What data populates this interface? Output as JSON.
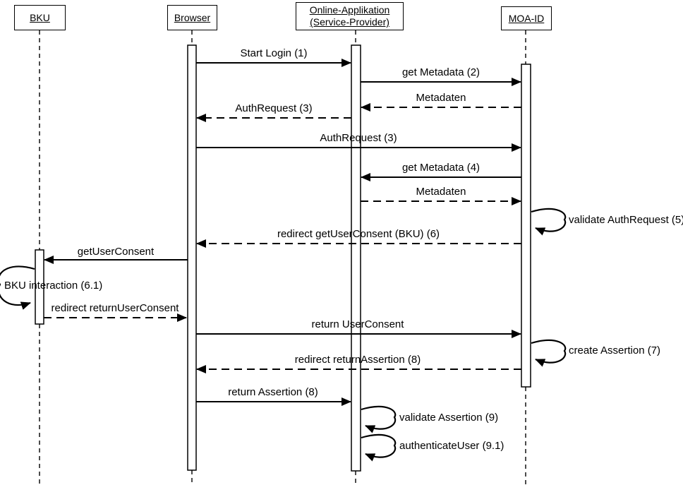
{
  "diagram": {
    "kind": "uml-sequence-diagram",
    "colors": {
      "line": "#000000",
      "background": "#ffffff",
      "text": "#000000"
    },
    "actors": [
      {
        "id": "bku",
        "label": "BKU"
      },
      {
        "id": "browser",
        "label": "Browser"
      },
      {
        "id": "online-applikation",
        "label": "Online-Applikation (Service-Provider)"
      },
      {
        "id": "moa-id",
        "label": "MOA-ID"
      }
    ],
    "messages": [
      {
        "label": "Start Login (1)",
        "from": "Browser",
        "to": "Online-Applikation (Service-Provider)",
        "type": "solid"
      },
      {
        "label": "get Metadata (2)",
        "from": "Online-Applikation (Service-Provider)",
        "to": "MOA-ID",
        "type": "solid"
      },
      {
        "label": "Metadaten",
        "from": "MOA-ID",
        "to": "Online-Applikation (Service-Provider)",
        "type": "dashed"
      },
      {
        "label": "AuthRequest (3)",
        "from": "Online-Applikation (Service-Provider)",
        "to": "Browser",
        "type": "dashed"
      },
      {
        "label": "AuthRequest (3)",
        "from": "Browser",
        "to": "MOA-ID",
        "type": "solid"
      },
      {
        "label": "get Metadata (4)",
        "from": "MOA-ID",
        "to": "Online-Applikation (Service-Provider)",
        "type": "solid"
      },
      {
        "label": "Metadaten",
        "from": "Online-Applikation (Service-Provider)",
        "to": "MOA-ID",
        "type": "dashed"
      },
      {
        "label": "validate AuthRequest (5)",
        "from": "MOA-ID",
        "to": "MOA-ID",
        "type": "self"
      },
      {
        "label": "redirect getUserConsent (BKU) (6)",
        "from": "MOA-ID",
        "to": "Browser",
        "type": "dashed"
      },
      {
        "label": "getUserConsent",
        "from": "Browser",
        "to": "BKU",
        "type": "solid"
      },
      {
        "label": "BKU interaction (6.1)",
        "from": "BKU",
        "to": "BKU",
        "type": "self"
      },
      {
        "label": "redirect returnUserConsent",
        "from": "BKU",
        "to": "Browser",
        "type": "dashed"
      },
      {
        "label": "return UserConsent",
        "from": "Browser",
        "to": "MOA-ID",
        "type": "solid"
      },
      {
        "label": "create Assertion (7)",
        "from": "MOA-ID",
        "to": "MOA-ID",
        "type": "self"
      },
      {
        "label": "redirect returnAssertion (8)",
        "from": "MOA-ID",
        "to": "Browser",
        "type": "dashed"
      },
      {
        "label": "return Assertion (8)",
        "from": "Browser",
        "to": "Online-Applikation (Service-Provider)",
        "type": "solid"
      },
      {
        "label": "validate Assertion (9)",
        "from": "Online-Applikation (Service-Provider)",
        "to": "Online-Applikation (Service-Provider)",
        "type": "self"
      },
      {
        "label": "authenticateUser (9.1)",
        "from": "Online-Applikation (Service-Provider)",
        "to": "Online-Applikation (Service-Provider)",
        "type": "self"
      }
    ]
  }
}
